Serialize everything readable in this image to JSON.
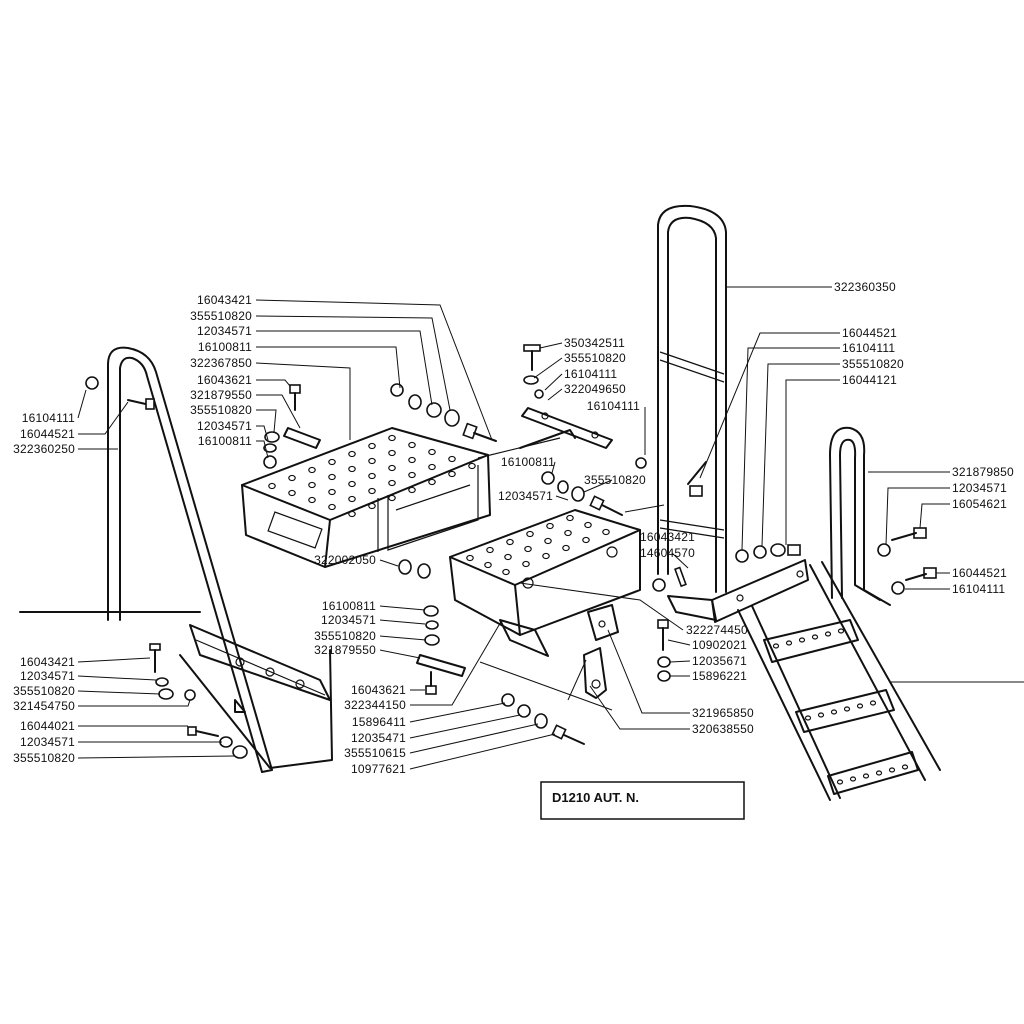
{
  "drawing_code": "D1210  AUT. N.",
  "labels_left": [
    {
      "id": "l1",
      "text": "16043421"
    },
    {
      "id": "l2",
      "text": "355510820"
    },
    {
      "id": "l3",
      "text": "12034571"
    },
    {
      "id": "l4",
      "text": "16100811"
    },
    {
      "id": "l5",
      "text": "322367850"
    },
    {
      "id": "l6",
      "text": "16043621"
    },
    {
      "id": "l7",
      "text": "321879550"
    },
    {
      "id": "l8",
      "text": "355510820"
    },
    {
      "id": "l9",
      "text": "12034571"
    },
    {
      "id": "l10",
      "text": "16100811"
    },
    {
      "id": "l11",
      "text": "16104111"
    },
    {
      "id": "l12",
      "text": "16044521"
    },
    {
      "id": "l13",
      "text": "322360250"
    },
    {
      "id": "l14",
      "text": "16043421"
    },
    {
      "id": "l15",
      "text": "12034571"
    },
    {
      "id": "l16",
      "text": "355510820"
    },
    {
      "id": "l17",
      "text": "321454750"
    },
    {
      "id": "l18",
      "text": "16044021"
    },
    {
      "id": "l19",
      "text": "12034571"
    },
    {
      "id": "l20",
      "text": "355510820"
    }
  ],
  "labels_center": [
    {
      "id": "c1",
      "text": "350342511"
    },
    {
      "id": "c2",
      "text": "355510820"
    },
    {
      "id": "c3",
      "text": "16104111"
    },
    {
      "id": "c4",
      "text": "322049650"
    },
    {
      "id": "c5",
      "text": "16104111"
    },
    {
      "id": "c6",
      "text": "16100811"
    },
    {
      "id": "c7",
      "text": "355510820"
    },
    {
      "id": "c8",
      "text": "12034571"
    },
    {
      "id": "c9",
      "text": "16043421"
    },
    {
      "id": "c10",
      "text": "14604570"
    },
    {
      "id": "c11",
      "text": "322002050"
    },
    {
      "id": "c12",
      "text": "16100811"
    },
    {
      "id": "c13",
      "text": "12034571"
    },
    {
      "id": "c14",
      "text": "355510820"
    },
    {
      "id": "c15",
      "text": "321879550"
    },
    {
      "id": "c16",
      "text": "16043621"
    },
    {
      "id": "c17",
      "text": "322344150"
    },
    {
      "id": "c18",
      "text": "15896411"
    },
    {
      "id": "c19",
      "text": "12035471"
    },
    {
      "id": "c20",
      "text": "355510615"
    },
    {
      "id": "c21",
      "text": "10977621"
    },
    {
      "id": "c22",
      "text": "322274450"
    },
    {
      "id": "c23",
      "text": "10902021"
    },
    {
      "id": "c24",
      "text": "12035671"
    },
    {
      "id": "c25",
      "text": "15896221"
    },
    {
      "id": "c26",
      "text": "321965850"
    },
    {
      "id": "c27",
      "text": "320638550"
    }
  ],
  "labels_right": [
    {
      "id": "r1",
      "text": "322360350"
    },
    {
      "id": "r2",
      "text": "16044521"
    },
    {
      "id": "r3",
      "text": "16104111"
    },
    {
      "id": "r4",
      "text": "355510820"
    },
    {
      "id": "r5",
      "text": "16044121"
    },
    {
      "id": "r6",
      "text": "321879850"
    },
    {
      "id": "r7",
      "text": "12034571"
    },
    {
      "id": "r8",
      "text": "16054621"
    },
    {
      "id": "r9",
      "text": "16044521"
    },
    {
      "id": "r10",
      "text": "16104111"
    }
  ]
}
